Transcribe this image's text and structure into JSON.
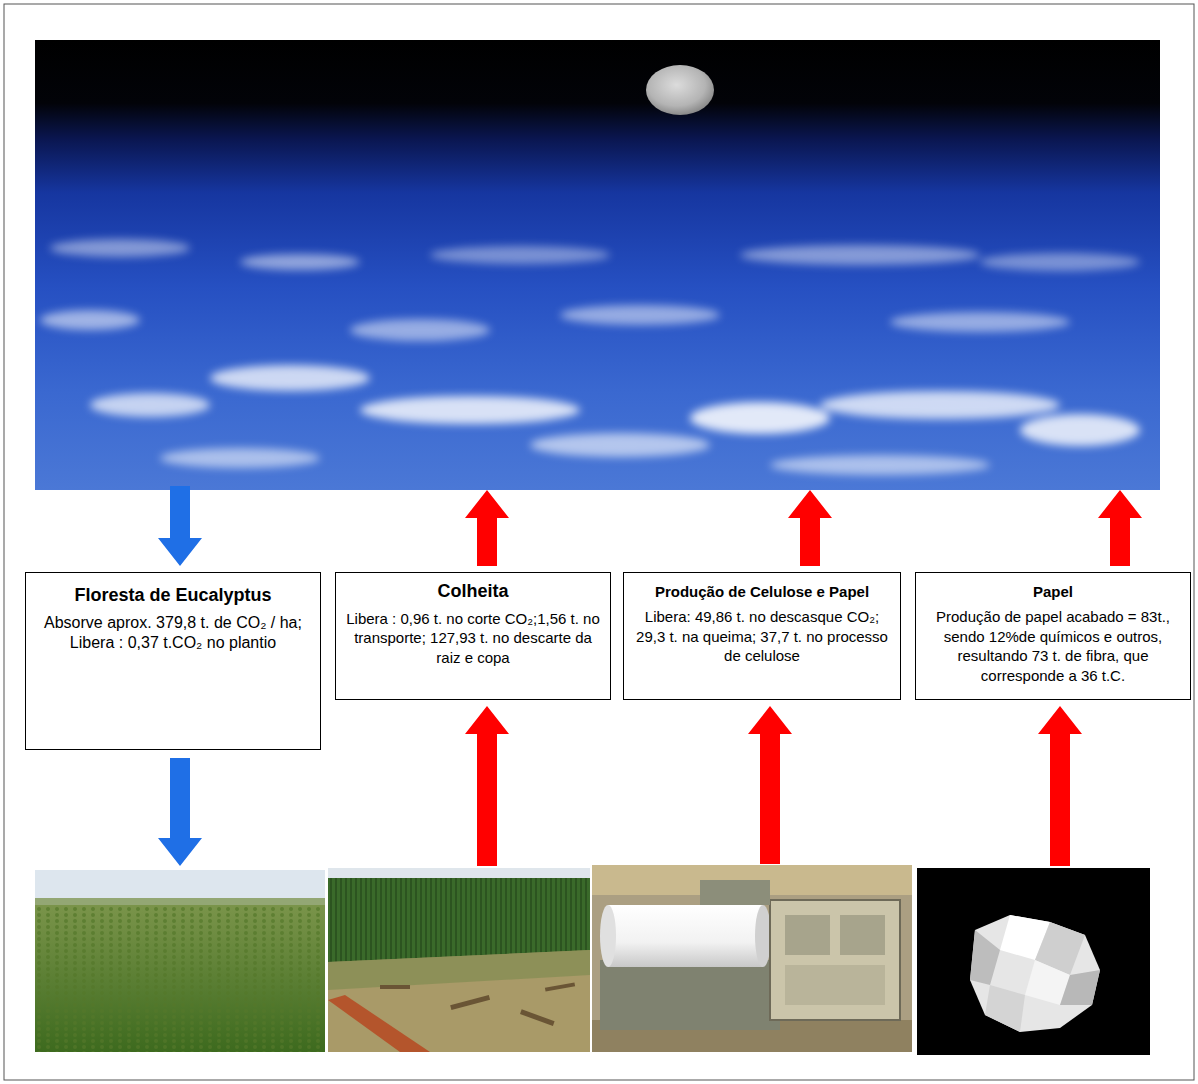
{
  "diagram": {
    "nodes": [
      {
        "text": [
          "Floresta de Eucalyptus",
          "Absorve aprox. 379,8 t. de CO₂ / ha; Libera : 0,37 t.CO₂ no plantio"
        ]
      },
      {
        "text": [
          "Colheita",
          "Libera : 0,96 t. no corte CO₂;1,56 t. no transporte; 127,93 t. no descarte da raiz e copa"
        ]
      },
      {
        "text": [
          "Produção de Celulose e Papel",
          "Libera: 49,86 t. no descasque CO₂; 29,3 t. na queima; 37,7 t. no processo de celulose"
        ]
      },
      {
        "text": [
          "Papel",
          "Produção de papel acabado = 83t., sendo 12%de químicos e outros, resultando 73 t. de fibra, que corresponde a 36 t.C."
        ]
      }
    ]
  }
}
